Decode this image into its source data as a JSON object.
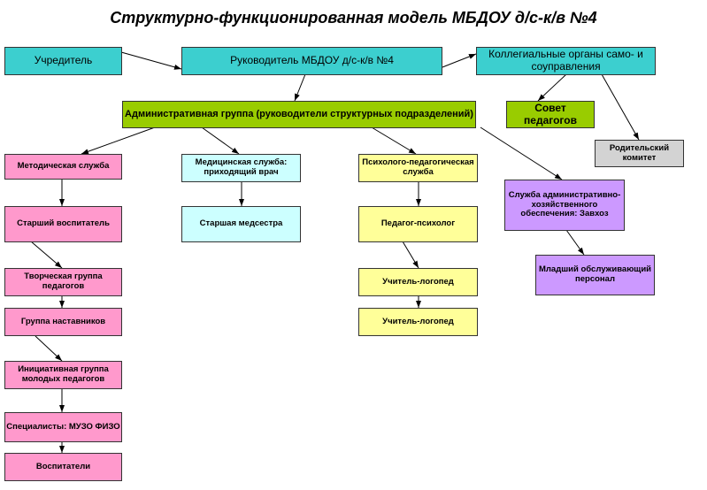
{
  "title": "Структурно-функционированная модель МБДОУ д/с-к/в №4",
  "nodes": {
    "uchreditel": "Учредитель",
    "rukovoditel": "Руководитель МБДОУ д/с-к/в №4",
    "kollegialnye": "Коллегиальные органы само- и соуправления",
    "admin_group": "Административная группа (руководители структурных подразделений)",
    "sovet": "Совет педагогов",
    "roditelsky": "Родительский комитет",
    "metod": "Методическая служба",
    "med": "Медицинская служба: приходящий врач",
    "psych": "Психолого-педагогическая служба",
    "ahs": "Служба административно-хозяйственного обеспечения: Завхоз",
    "starshiy_vosp": "Старший воспитатель",
    "medsestra": "Старшая медсестра",
    "pedpsych": "Педагог-психолог",
    "mladshiy": "Младший обслуживающий персонал",
    "tvorch": "Творческая группа педагогов",
    "logoped1": "Учитель-логопед",
    "nastavniki": "Группа наставников",
    "logoped2": "Учитель-логопед",
    "initsiativ": "Инициативная группа молодых педагогов",
    "spec": "Специалисты: МУЗО ФИЗО",
    "vospit": "Воспитатели"
  },
  "colors": {
    "teal": "#3ccfcf",
    "lime": "#99cc00",
    "pink": "#ff99cc",
    "cyan": "#ccffff",
    "yellow": "#ffff99",
    "violet": "#cc99ff",
    "gray": "#d3d3d3"
  }
}
